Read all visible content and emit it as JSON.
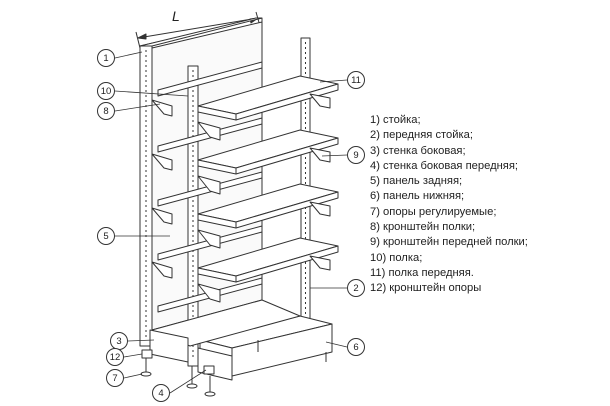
{
  "dimension_label": "L",
  "callouts": {
    "c1": "1",
    "c2": "2",
    "c3": "3",
    "c4": "4",
    "c5": "5",
    "c6": "6",
    "c7": "7",
    "c8": "8",
    "c9": "9",
    "c10": "10",
    "c11": "11",
    "c12": "12"
  },
  "legend": [
    "1) стойка;",
    "2) передняя стойка;",
    "3) стенка боковая;",
    "4) стенка боковая передняя;",
    "5) панель задняя;",
    "6) панель нижняя;",
    "7) опоры регулируемые;",
    "8) кронштейн полки;",
    "9) кронштейн передней полки;",
    "10) полка;",
    "11) полка передняя.",
    "12) кронштейн опоры"
  ]
}
